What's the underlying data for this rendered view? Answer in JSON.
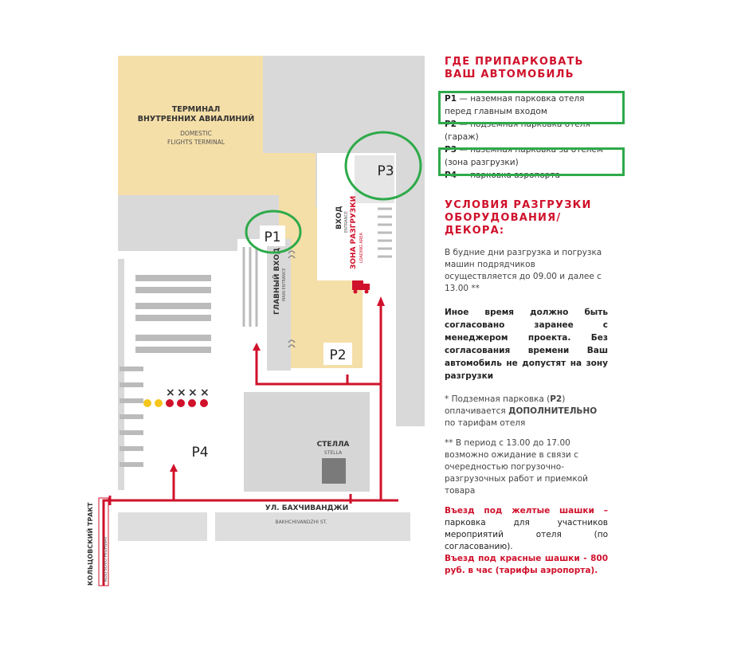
{
  "map": {
    "terminal_ru_line1": "ТЕРМИНАЛ",
    "terminal_ru_line2": "ВНУТРЕННИХ АВИАЛИНИЙ",
    "terminal_en_line1": "DOMESTIC",
    "terminal_en_line2": "FLIGHTS TERMINAL",
    "p1": "P1",
    "p2": "P2",
    "p3": "P3",
    "p4": "P4",
    "main_entrance_ru": "ГЛАВНЫЙ ВХОД",
    "main_entrance_en": "MAIN ENTRANCE",
    "entrance_ru": "ВХОД",
    "entrance_en": "ENTRANCE",
    "loading_ru": "ЗОНА РАЗГРУЗКИ",
    "loading_en": "LOADING AREA",
    "stella_ru": "СТЕЛЛА",
    "stella_en": "STELLA",
    "street_ru": "УЛ. БАХЧИВАНДЖИ",
    "street_en": "BAKHCHIVANDZHI ST.",
    "highway_ru": "КОЛЬЦОВСКИЙ ТРАКТ",
    "highway_en": "KOLTSOVO HIGHWAY",
    "x_mark": "×"
  },
  "panel": {
    "heading1": "ГДЕ ПРИПАРКОВАТЬ ВАШ АВТОМОБИЛЬ",
    "legend": [
      {
        "code": "P1",
        "text": " — наземная парковка отеля перед главным входом"
      },
      {
        "code": "P2",
        "text": " — подземная парковка отеля (гараж)"
      },
      {
        "code": "P3",
        "text": " — наземная парковка за отелем (зона разгрузки)"
      },
      {
        "code": "P4",
        "text": " — парковка аэропорта"
      }
    ],
    "heading2": "УСЛОВИЯ РАЗГРУЗКИ ОБОРУДОВАНИЯ/ДЕКОРА:",
    "para1": "В будние дни разгрузка и погрузка машин подрядчиков осуществляется до 09.00 и далее с 13.00 **",
    "para2": "Иное время должно быть согласовано заранее с менеджером проекта. Без согласования времени Ваш автомобиль не допустят на зону разгрузки",
    "note1_a": "* Подземная парковка (",
    "note1_b": "P2",
    "note1_c": ") оплачивается ",
    "note1_d": "ДОПОЛНИТЕЛЬНО",
    "note1_e": " по тарифам отеля",
    "note2": "** В период с 13.00 до 17.00 возможно ожидание в связи с очередностью погрузочно-разгрузочных работ и приемкой товара",
    "yellow_a": "Въезд под желтые шашки –",
    "yellow_b": " парковка для участников мероприятий отеля (по согласованию).",
    "red_line": "Въезд под красные шашки - 800 руб. в час (тарифы аэропорта)."
  },
  "colors": {
    "accent_red": "#d0112b",
    "terminal": "#f5dfa8",
    "highlight_green": "#2eaa4a",
    "yellow_check": "#f5c51b"
  }
}
